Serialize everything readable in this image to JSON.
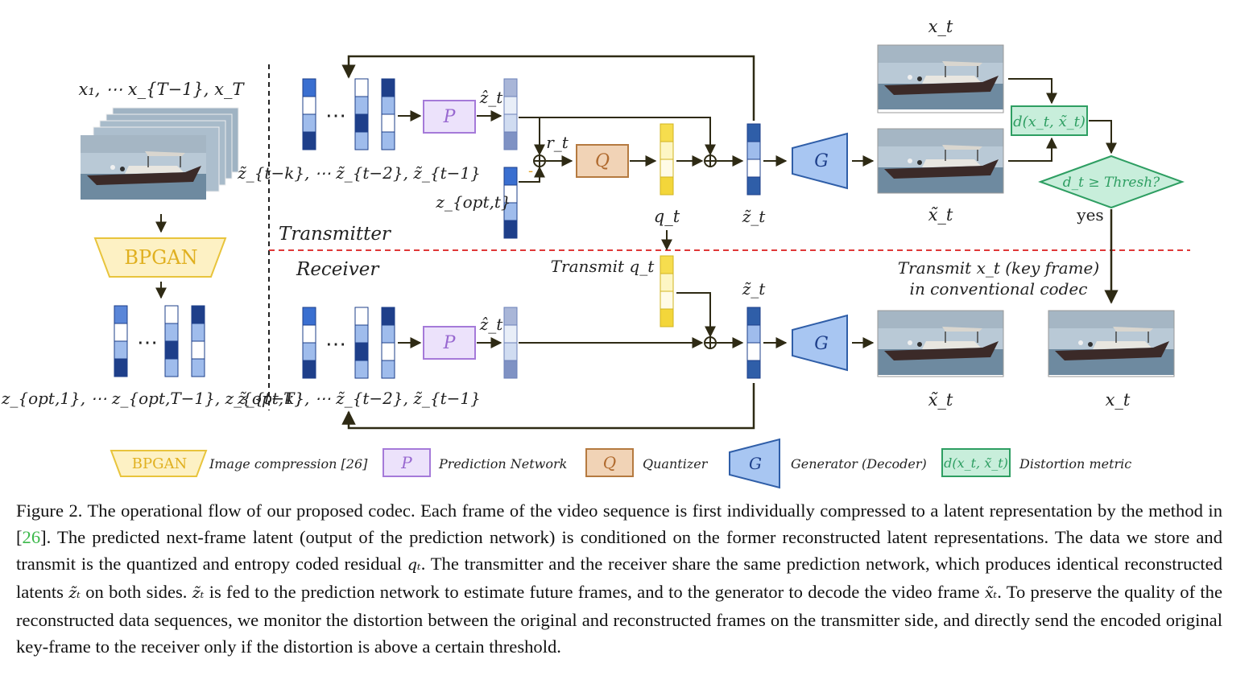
{
  "diagram": {
    "labels": {
      "frames_top": "x₁, ⋯ x_{T−1}, x_T",
      "bpgan": "BPGAN",
      "zopt_seq": "z_{opt,1}, ⋯ z_{opt,T−1}, z_{opt,T}",
      "ztilde_seq_tx": "z̃_{t−k}, ⋯ z̃_{t−2}, z̃_{t−1}",
      "ztilde_seq_rx": "z̃_{t−k}, ⋯ z̃_{t−2}, z̃_{t−1}",
      "P": "P",
      "zhat_tx": "ẑ_t",
      "zhat_rx": "ẑ_t",
      "r_t": "r_t",
      "Q": "Q",
      "q_t": "q_t",
      "zopt_t": "z_{opt,t}",
      "minus": "-",
      "ztilde_tx": "z̃_t",
      "ztilde_rx": "z̃_t",
      "G": "G",
      "x_t_top": "x_t",
      "xtilde_tx": "x̃_t",
      "xtilde_rx": "x̃_t",
      "x_t_rx": "x_t",
      "distortion": "d(x_t, x̃_t)",
      "threshold": "d_t ≥ Thresh?",
      "yes": "yes",
      "transmitter": "Transmitter",
      "receiver": "Receiver",
      "transmit_q": "Transmit q_t",
      "transmit_key_1": "Transmit x_t (key frame)",
      "transmit_key_2": "in conventional codec"
    },
    "legend": [
      {
        "symbol": "BPGAN",
        "text": "Image compression [26]"
      },
      {
        "symbol": "P",
        "text": "Prediction Network"
      },
      {
        "symbol": "Q",
        "text": "Quantizer"
      },
      {
        "symbol": "G",
        "text": "Generator (Decoder)"
      },
      {
        "symbol": "d(x_t, x̃_t)",
        "text": "Distortion metric"
      }
    ],
    "colors": {
      "bpgan_fill": "#fdf1c4",
      "bpgan_stroke": "#e8c43c",
      "p_fill": "#ece2fb",
      "p_stroke": "#a57ad9",
      "q_fill": "#f1d3b6",
      "q_stroke": "#b57a40",
      "g_fill": "#a8c6f2",
      "g_stroke": "#2f5ea8",
      "d_fill": "#c8eedb",
      "d_stroke": "#2e9e62",
      "arrow": "#2e2a14",
      "dashed": "#e03838"
    }
  },
  "caption": {
    "figure_label": "Figure 2.",
    "text1": "The operational flow of our proposed codec.  Each frame of the video sequence is first individually compressed to a latent representation by the method in [",
    "ref": "26",
    "text2": "]. The predicted next-frame latent (output of the prediction network) is conditioned on the former reconstructed latent representations. The data we store and transmit is the quantized and entropy coded residual ",
    "sym_qt": "qₜ",
    "text3": ". The transmitter and the receiver share the same prediction network, which produces identical reconstructed latents ",
    "sym_zt1": "z̃ₜ",
    "text4": " on both sides. ",
    "sym_zt2": "z̃ₜ",
    "text5": " is fed to the prediction network to estimate future frames, and to the generator to decode the video frame ",
    "sym_xt": "x̃ₜ",
    "text6": ". To preserve the quality of the reconstructed data sequences, we monitor the distortion between the original and reconstructed frames on the transmitter side, and directly send the encoded original key-frame to the receiver only if the distortion is above a certain threshold."
  }
}
